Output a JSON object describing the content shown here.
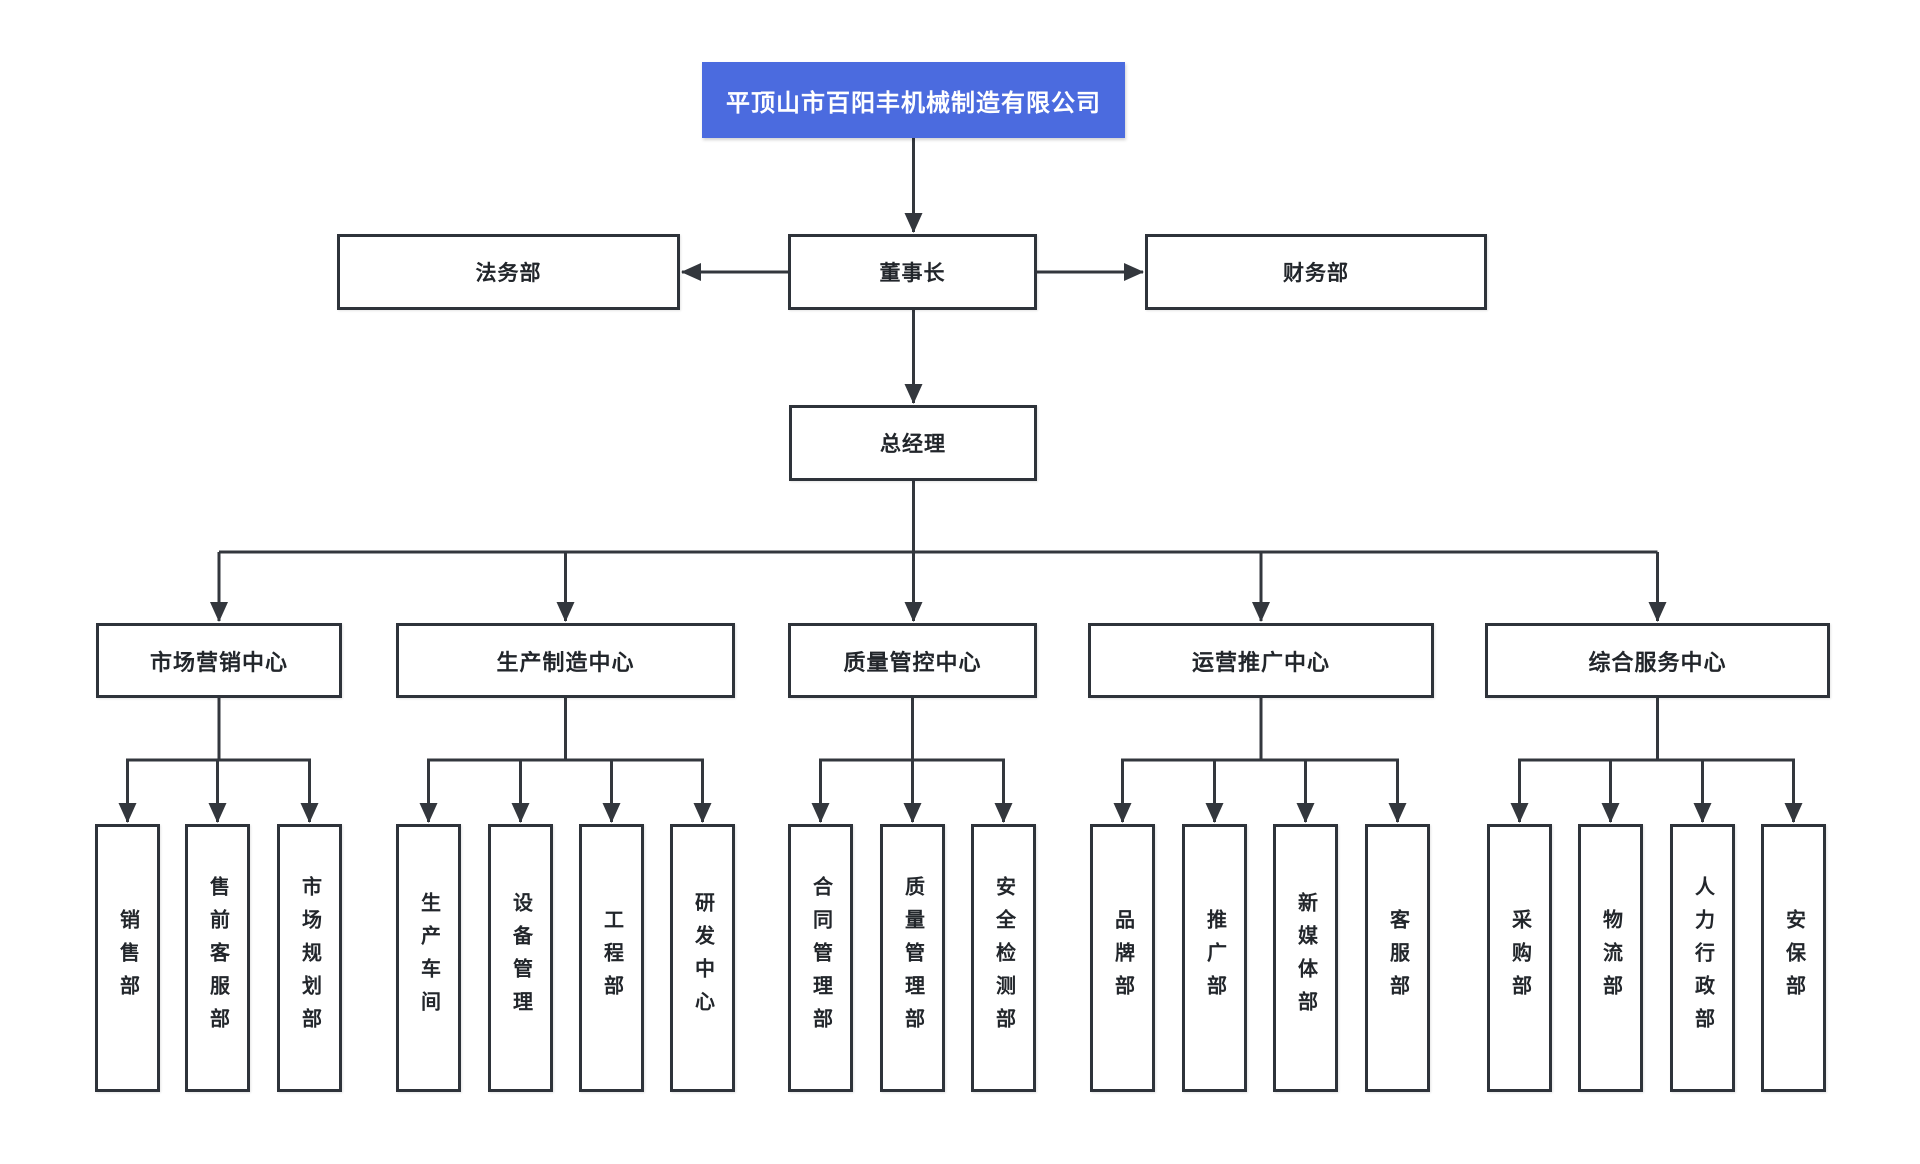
{
  "title": "平顶山市百阳丰机械制造有限公司",
  "colors": {
    "accent_blue": "#4b6bdf",
    "line": "#33373d",
    "box_border": "#2e333a",
    "text": "#22262b",
    "title_text": "#ffffff",
    "background": "#ffffff"
  },
  "nodes": {
    "chairman": "董事长",
    "legal": "法务部",
    "finance": "财务部",
    "general_manager": "总经理",
    "centers": [
      {
        "label": "市场营销中心",
        "departments": [
          "销售部",
          "售前客服部",
          "市场规划部"
        ]
      },
      {
        "label": "生产制造中心",
        "departments": [
          "生产车间",
          "设备管理",
          "工程部",
          "研发中心"
        ]
      },
      {
        "label": "质量管控中心",
        "departments": [
          "合同管理部",
          "质量管理部",
          "安全检测部"
        ]
      },
      {
        "label": "运营推广中心",
        "departments": [
          "品牌部",
          "推广部",
          "新媒体部",
          "客服部"
        ]
      },
      {
        "label": "综合服务中心",
        "departments": [
          "采购部",
          "物流部",
          "人力行政部",
          "安保部"
        ]
      }
    ]
  }
}
